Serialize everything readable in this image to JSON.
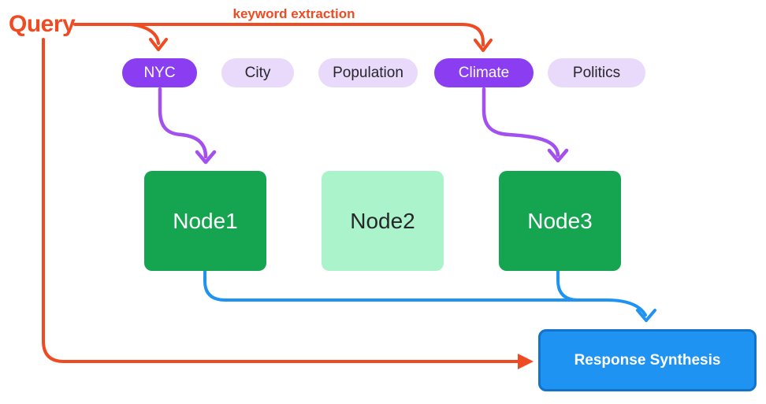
{
  "diagram": {
    "query_label": "Query",
    "edge_label": "keyword extraction",
    "keywords": [
      {
        "label": "NYC",
        "highlighted": true
      },
      {
        "label": "City",
        "highlighted": false
      },
      {
        "label": "Population",
        "highlighted": false
      },
      {
        "label": "Climate",
        "highlighted": true
      },
      {
        "label": "Politics",
        "highlighted": false
      }
    ],
    "nodes": [
      {
        "label": "Node1",
        "active": true
      },
      {
        "label": "Node2",
        "active": false
      },
      {
        "label": "Node3",
        "active": true
      }
    ],
    "output_label": "Response Synthesis",
    "colors": {
      "red": "#F04A23",
      "purple": "#8B3DF2",
      "purple_arrow": "#A350F0",
      "pill_light": "#E9D9FB",
      "green_dark": "#15A450",
      "green_light": "#ABF3CB",
      "blue": "#1E93F2",
      "blue_box": "#1E93F2",
      "blue_border": "#1173C9",
      "text_dark": "#26262B",
      "text_light": "#FFFFFF"
    }
  }
}
